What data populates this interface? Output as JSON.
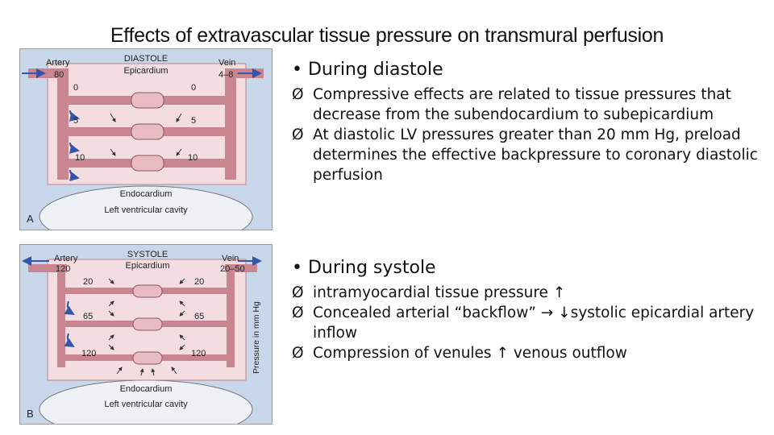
{
  "title": "Effects of extravascular tissue pressure on transmural perfusion",
  "colors": {
    "tissue": "#f3dde1",
    "vessel": "#c98590",
    "bg": "#c8d8ea",
    "arrow": "#3355aa"
  },
  "panelA": {
    "phase": "DIASTOLE",
    "epicardium": "Epicardium",
    "artery": "Artery",
    "vein": "Vein",
    "artery_pressure": "80",
    "vein_pressure": "4–8",
    "levels": [
      {
        "left": "0",
        "right": "0"
      },
      {
        "left": "5",
        "right": "5"
      },
      {
        "left": "10",
        "right": "10"
      }
    ],
    "endocardium": "Endocardium",
    "cavity": "Left ventricular cavity",
    "letter": "A"
  },
  "panelB": {
    "phase": "SYSTOLE",
    "epicardium": "Epicardium",
    "artery": "Artery",
    "vein": "Vein",
    "artery_pressure": "120",
    "vein_pressure": "20–50",
    "levels": [
      {
        "left": "20",
        "right": "20"
      },
      {
        "left": "65",
        "right": "65"
      },
      {
        "left": "120",
        "right": "120"
      }
    ],
    "axis_label": "Pressure in mm Hg",
    "endocardium": "Endocardium",
    "cavity": "Left ventricular cavity",
    "letter": "B"
  },
  "sections": [
    {
      "heading": "• During diastole",
      "marker": "Ø",
      "items": [
        "Compressive effects are related to tissue pressures that decrease from the subendocardium to subepicardium",
        "At diastolic LV pressures greater than 20 mm Hg, preload determines the effective backpressure to coronary diastolic perfusion"
      ]
    },
    {
      "heading": "• During systole",
      "marker": "Ø",
      "items": [
        "intramyocardial tissue pressure ↑",
        "Concealed arterial “backflow” → ↓systolic epicardial artery inflow",
        "Compression of venules ↑ venous outflow"
      ]
    }
  ]
}
